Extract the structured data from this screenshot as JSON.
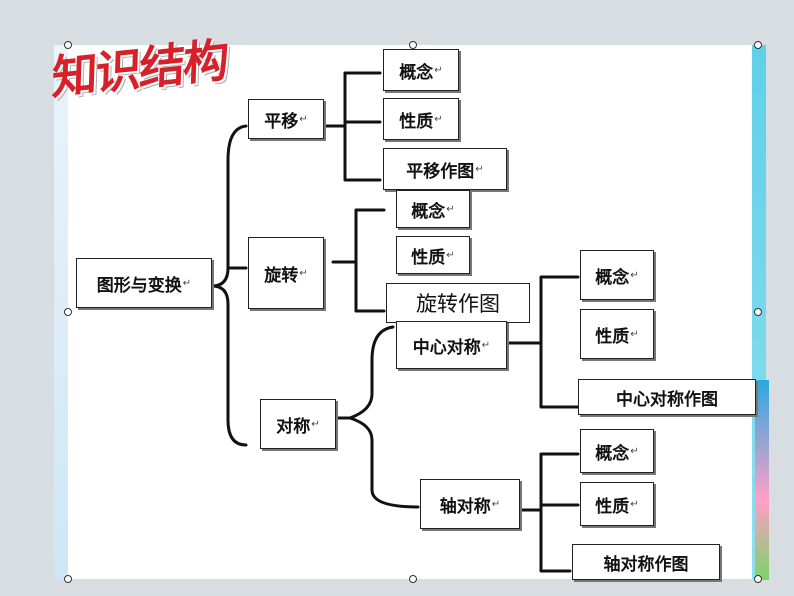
{
  "title": "知识结构",
  "para_mark": "↵",
  "colors": {
    "title": "#d8202a",
    "line": "#111111",
    "box_border": "#222222"
  },
  "tree": {
    "root": "图形与变换",
    "translation": {
      "label": "平移",
      "children": [
        "概念",
        "性质",
        "平移作图"
      ]
    },
    "rotation": {
      "label": "旋转",
      "children": [
        "概念",
        "性质",
        "旋转作图"
      ]
    },
    "symmetry": {
      "label": "对称",
      "central": {
        "label": "中心对称",
        "children": [
          "概念",
          "性质",
          "中心对称作图"
        ]
      },
      "axial": {
        "label": "轴对称",
        "children": [
          "概念",
          "性质",
          "轴对称作图"
        ]
      }
    }
  }
}
